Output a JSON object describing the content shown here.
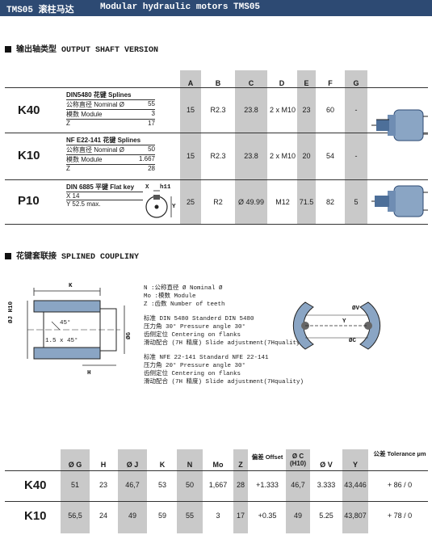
{
  "title": {
    "cn": "TMS05 滚柱马达",
    "en": "Modular hydraulic motors TMS05"
  },
  "output_section": {
    "title": "输出轴类型  OUTPUT SHAFT VERSION"
  },
  "shaft_table": {
    "columns": [
      "A",
      "B",
      "C",
      "D",
      "E",
      "F",
      "G"
    ],
    "rows": [
      {
        "label": "K40",
        "spec_title": "DIN5480  花键 Splines",
        "spec_lines": [
          [
            "公称直径 Nominal Ø",
            "55"
          ],
          [
            "模数 Module",
            "3"
          ],
          [
            "Z",
            "17"
          ]
        ],
        "values": [
          "15",
          "R2.3",
          "23.8",
          "2 x M10",
          "23",
          "60",
          "-"
        ]
      },
      {
        "label": "K10",
        "spec_title": "NF E22-141 花键 Splines",
        "spec_lines": [
          [
            "公称直径 Nominal Ø",
            "50"
          ],
          [
            "模数 Module",
            "1.667"
          ],
          [
            "Z",
            "28"
          ]
        ],
        "values": [
          "15",
          "R2.3",
          "23.8",
          "2 x M10",
          "20",
          "54",
          "-"
        ]
      },
      {
        "label": "P10",
        "spec_title": "DIN 6885 平键  Flat key",
        "spec_lines": [
          [
            "X  14",
            ""
          ],
          [
            "Y  52.5   max.",
            ""
          ]
        ],
        "key_labels": {
          "x": "X",
          "h": "h11",
          "y": "Y"
        },
        "values": [
          "25",
          "R2",
          "Ø 49.99",
          "M12",
          "71.5",
          "82",
          "5"
        ]
      }
    ]
  },
  "coupling_section": {
    "title": "花键套联接  SPLINED COUPLINY"
  },
  "coupling_drawing": {
    "k": "K",
    "h": "H",
    "j": "ØJ H10",
    "g": "ØG",
    "angle": "45°",
    "chamfer": "1.5 x 45°",
    "v": "ØV",
    "y": "Y",
    "c": "ØC"
  },
  "legend": [
    "N  :公称直径 Ø  Nominal Ø",
    "Mo :模数 Module",
    "Z  :齿数 Number of teeth"
  ],
  "standards": [
    [
      "标准 DIN 5480  Standerd DIN 5480",
      "压力角 30°  Pressure angle 30°",
      "齿侧定位  Centering on flanks",
      "滑动配合 (7H 精度) Slide adjustment(7Hquality)"
    ],
    [
      "标准 NFE 22-141  Standard NFE 22-141",
      "压力角 20°  Pressure angle 30°",
      "齿侧定位  Centering on flanks",
      "滑动配合 (7H 精度) Slide adjustment(7Hquality)"
    ]
  ],
  "coupling_table": {
    "columns": [
      "Ø G",
      "H",
      "Ø J",
      "K",
      "N",
      "Mo",
      "Z",
      "偏差 Offset",
      "Ø C (H10)",
      "Ø V",
      "Y",
      "公差 Tolerance µm"
    ],
    "rows": [
      {
        "label": "K40",
        "values": [
          "51",
          "23",
          "46,7",
          "53",
          "50",
          "1,667",
          "28",
          "+1.333",
          "46,7",
          "3.333",
          "43,446",
          "+ 86 / 0"
        ]
      },
      {
        "label": "K10",
        "values": [
          "56,5",
          "24",
          "49",
          "59",
          "55",
          "3",
          "17",
          "+0.35",
          "49",
          "5.25",
          "43,807",
          "+ 78 / 0"
        ]
      }
    ]
  },
  "colors": {
    "header": "#2d4a73",
    "shade": "#c9c9c9",
    "blue": "#8aa5c4"
  }
}
